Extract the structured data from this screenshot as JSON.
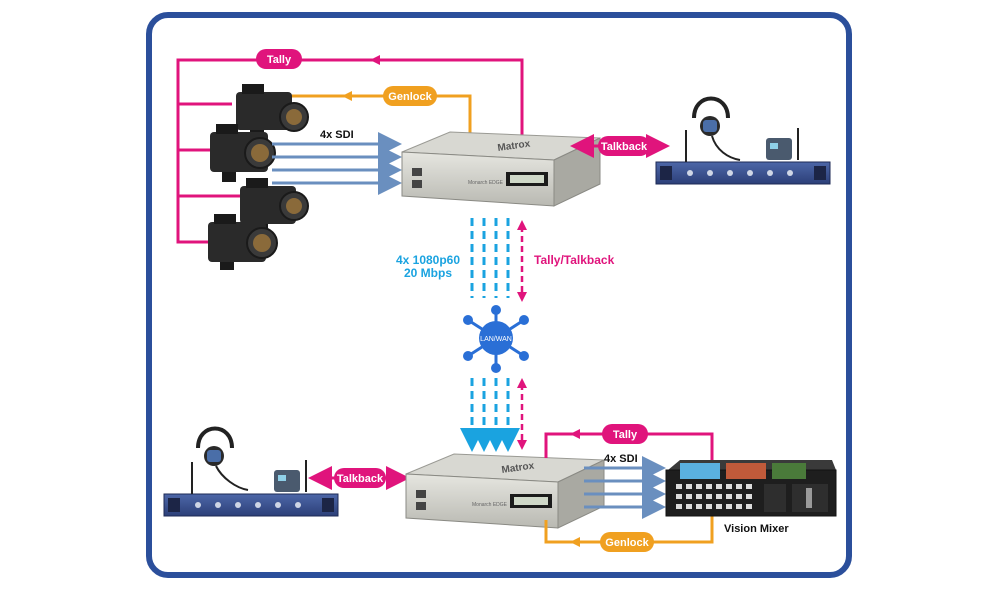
{
  "colors": {
    "frame": "#2b4f9b",
    "tally": "#e0147c",
    "genlock": "#f0a020",
    "sdi": "#6a8fbf",
    "stream": "#1aa3e0",
    "network": "#2a6fd6"
  },
  "labels": {
    "tally_top": "Tally",
    "genlock_top": "Genlock",
    "sdi_top": "4x SDI",
    "talkback_top": "Talkback",
    "stream_rate_line1": "4x 1080p60",
    "stream_rate_line2": "20 Mbps",
    "tally_talkback": "Tally/Talkback",
    "network_hub": "LAN/WAN",
    "talkback_bottom": "Talkback",
    "sdi_bottom": "4x SDI",
    "tally_bottom": "Tally",
    "genlock_bottom": "Genlock",
    "vision_mixer": "Vision Mixer"
  },
  "devices": {
    "encoder_brand": "Matrox",
    "encoder_model": "Monarch EDGE",
    "decoder_brand": "Matrox",
    "decoder_model": "Monarch EDGE"
  },
  "icons": [
    "camera-icon",
    "headset-icon",
    "intercom-rack-icon",
    "encoder-icon",
    "decoder-icon",
    "network-hub-icon",
    "vision-mixer-icon"
  ]
}
